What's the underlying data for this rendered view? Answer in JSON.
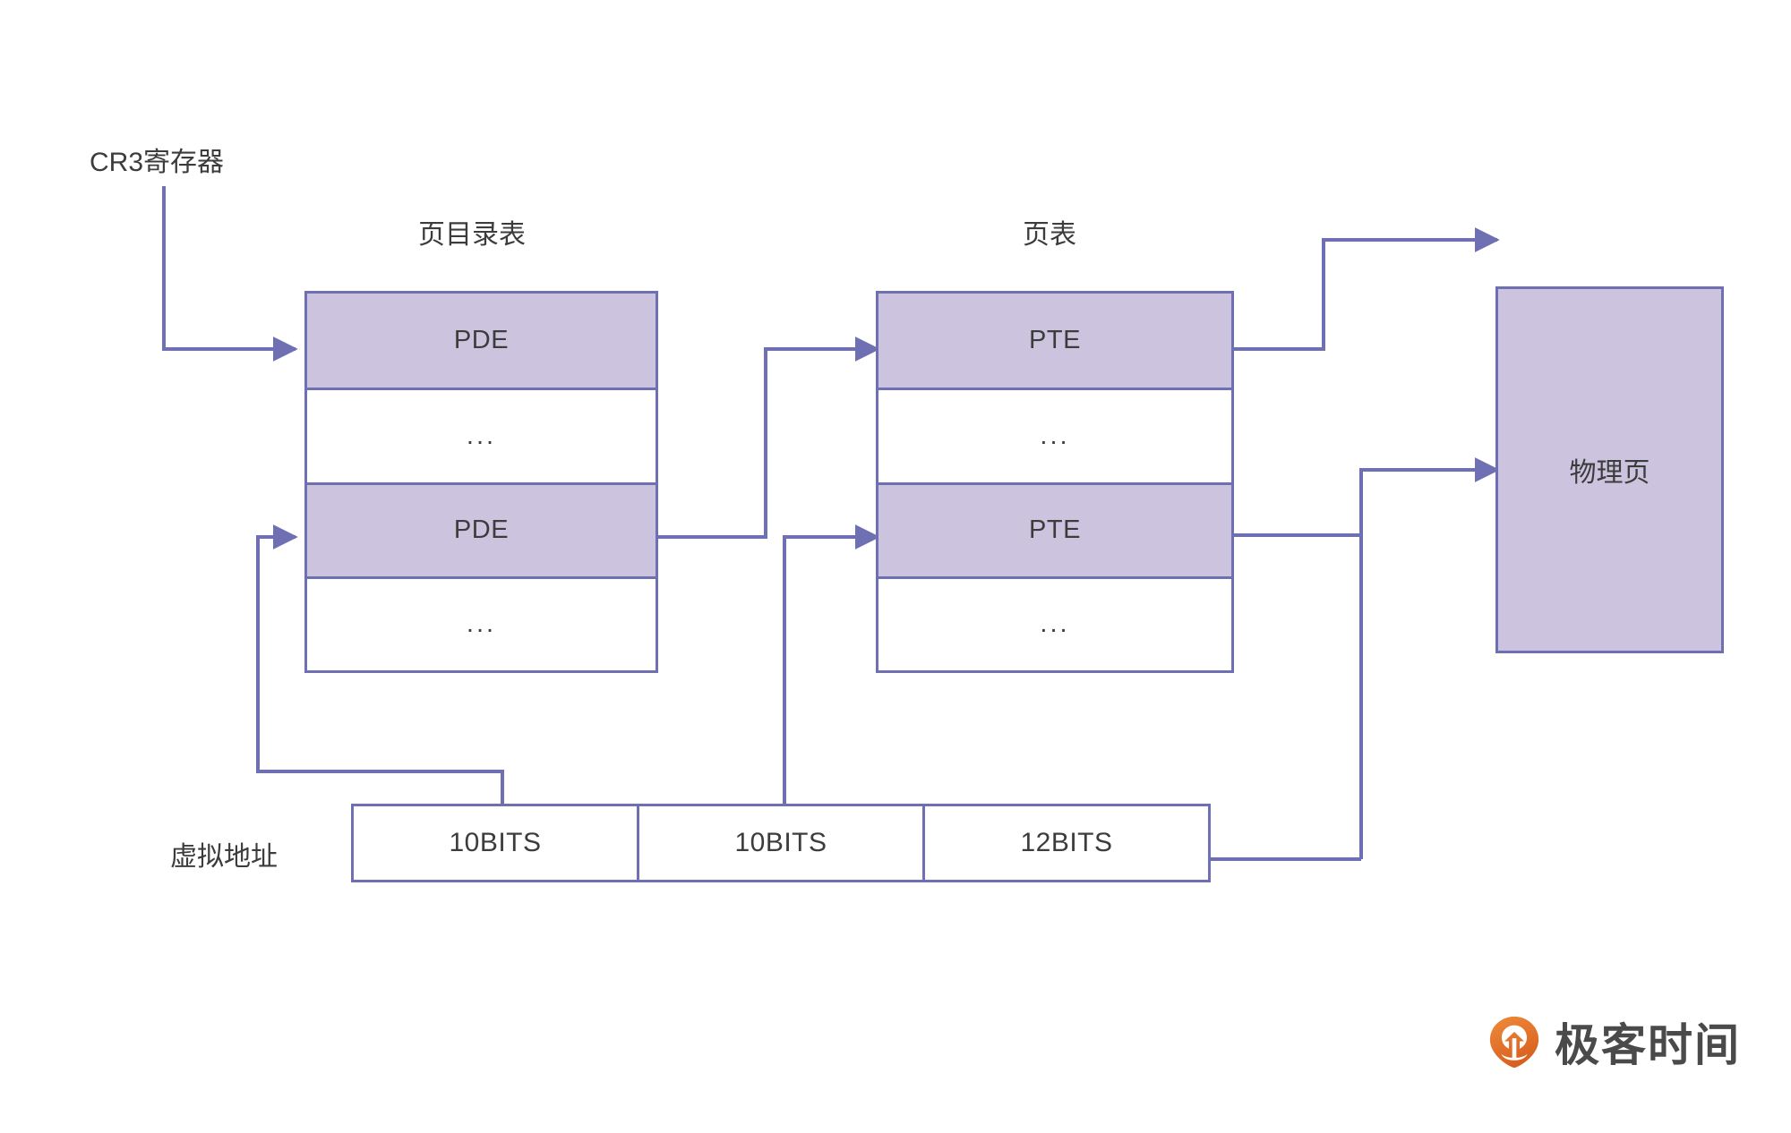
{
  "diagram": {
    "title_cr3": "CR3寄存器",
    "title_page_directory": "页目录表",
    "title_page_table": "页表",
    "label_virtual_address": "虚拟地址",
    "label_physical_page": "物理页",
    "ellipsis": "...",
    "colors": {
      "line": "#6F6FB4",
      "fill": "#CCC4DE",
      "text": "#3c3c3c",
      "background": "#ffffff",
      "logo_orange": "#E8762C",
      "logo_text": "#4a4a4a"
    }
  },
  "page_directory": {
    "rows": [
      {
        "label": "PDE",
        "filled": true
      },
      {
        "label": "...",
        "filled": false
      },
      {
        "label": "PDE",
        "filled": true
      },
      {
        "label": "...",
        "filled": false
      }
    ]
  },
  "page_table": {
    "rows": [
      {
        "label": "PTE",
        "filled": true
      },
      {
        "label": "...",
        "filled": false
      },
      {
        "label": "PTE",
        "filled": true
      },
      {
        "label": "...",
        "filled": false
      }
    ]
  },
  "virtual_address": {
    "segments": [
      {
        "label": "10BITS"
      },
      {
        "label": "10BITS"
      },
      {
        "label": "12BITS"
      }
    ]
  },
  "logo": {
    "text": "极客时间",
    "icon": "geektime-pin-icon"
  }
}
